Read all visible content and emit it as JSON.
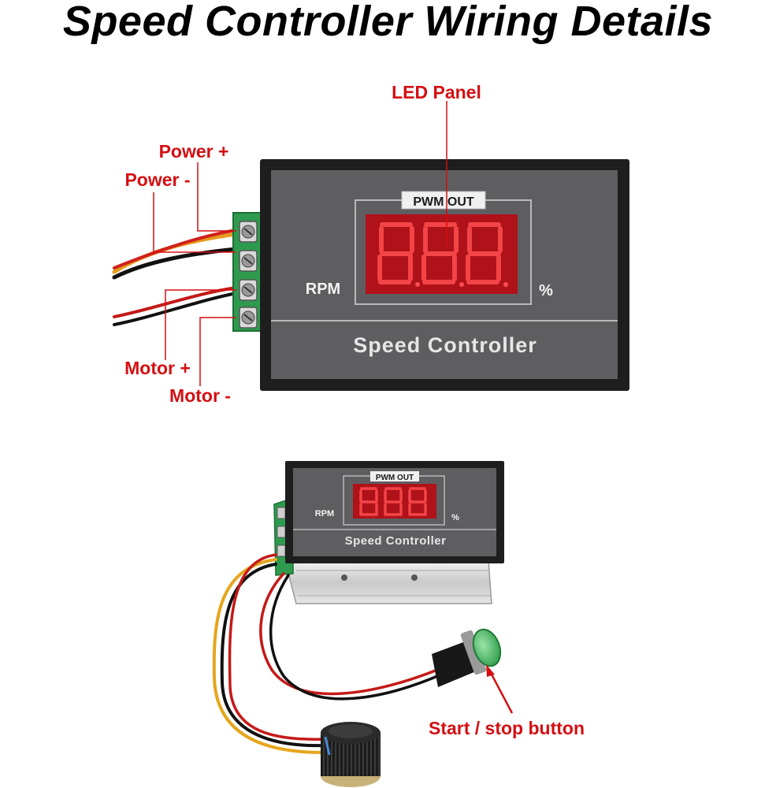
{
  "title": "Speed Controller Wiring Details",
  "labels": {
    "led_panel": "LED Panel",
    "power_plus": "Power +",
    "power_minus": "Power -",
    "motor_plus": "Motor +",
    "motor_minus": "Motor -",
    "start_stop": "Start / stop button"
  },
  "panel": {
    "pwm_out": "PWM OUT",
    "rpm": "RPM",
    "percent": "%",
    "name": "Speed Controller"
  },
  "colors": {
    "callout": "#d40f12",
    "panel_face": "#5e5e60",
    "led": "#e0141a",
    "terminal_green": "#2e9a4e"
  }
}
